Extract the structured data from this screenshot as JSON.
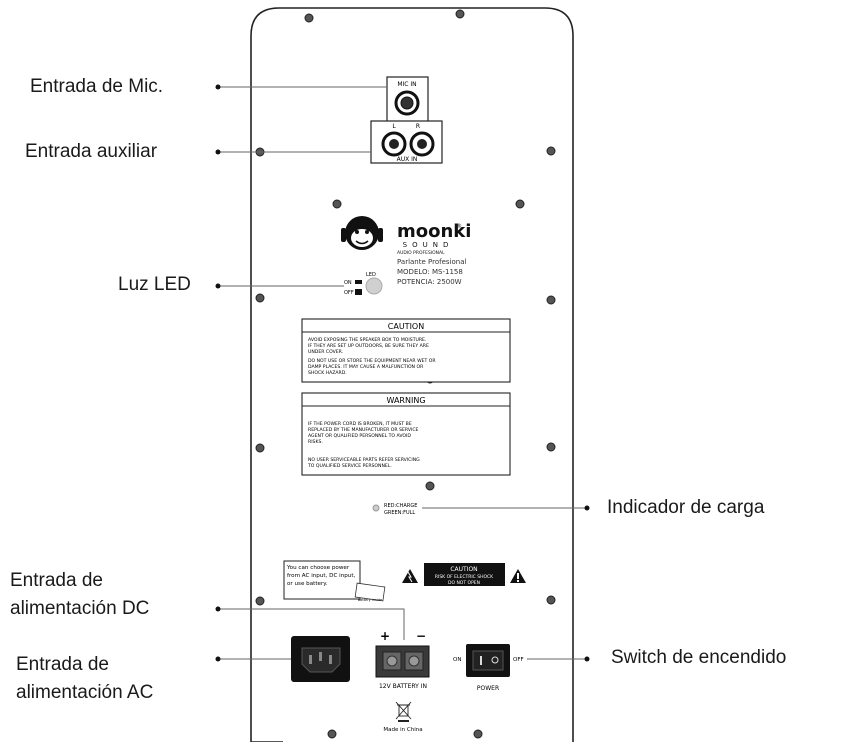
{
  "callouts": {
    "mic": "Entrada de Mic.",
    "aux": "Entrada auxiliar",
    "led": "Luz LED",
    "charge": "Indicador de carga",
    "dc_line1": "Entrada de",
    "dc_line2": "alimentación DC",
    "ac_line1": "Entrada de",
    "ac_line2": "alimentación AC",
    "switch": "Switch de encendido"
  },
  "panel": {
    "mic_in": "MIC IN",
    "aux_l": "L",
    "aux_r": "R",
    "aux_in": "AUX IN",
    "brand": "moonki",
    "brand_registered": "®",
    "brand_sub": "SOUND",
    "brand_tag": "AUDIO PROFESIONAL",
    "spec1": "Parlante Profesional",
    "spec2": "MODELO: MS-1158",
    "spec3": "POTENCIA: 2500W",
    "led": "LED",
    "on": "ON",
    "off": "OFF",
    "caution_title": "CAUTION",
    "caution_l1": "AVOID EXPOSING THE SPEAKER BOX TO MOISTURE.",
    "caution_l2": "IF THEY ARE SET UP OUTDOORS, BE SURE THEY ARE",
    "caution_l3": "UNDER COVER.",
    "caution_l4": "DO NOT USE OR STORE THE EQUIPMENT NEAR WET OR",
    "caution_l5": "DAMP PLACES. IT MAY CAUSE A MALFUNCTION OR",
    "caution_l6": "SHOCK HAZARD.",
    "warning_title": "WARNING",
    "warning_l1": "IF THE POWER CORD IS BROKEN, IT MUST BE",
    "warning_l2": "REPLACED BY THE MANUFACTURER OR SERVICE",
    "warning_l3": "AGENT OR QUALIFIED PERSONNEL TO AVOID",
    "warning_l4": "RISKS.",
    "warning_l5": "NO USER SERVICEABLE PARTS REFER SERVICING",
    "warning_l6": "TO QUALIFIED SERVICE PERSONNEL.",
    "charge_red": "RED:CHARGE",
    "charge_green": "GREEN:FULL",
    "power_note_l1": "You can choose power",
    "power_note_l2": "from AC input, DC input,",
    "power_note_l3": "or use battery.",
    "battery_label": "Battery inside",
    "caution2_title": "CAUTION",
    "caution2_l1": "RISK OF ELECTRIC SHOCK",
    "caution2_l2": "DO NOT OPEN",
    "plus": "+",
    "minus": "−",
    "battery_in": "12V BATTERY IN",
    "sw_on": "ON",
    "sw_off": "OFF",
    "power": "POWER",
    "made_in": "Made in China"
  },
  "colors": {
    "panel_stroke": "#222222",
    "accent": "#1a1a1a",
    "led_grey": "#bdbdbd"
  }
}
